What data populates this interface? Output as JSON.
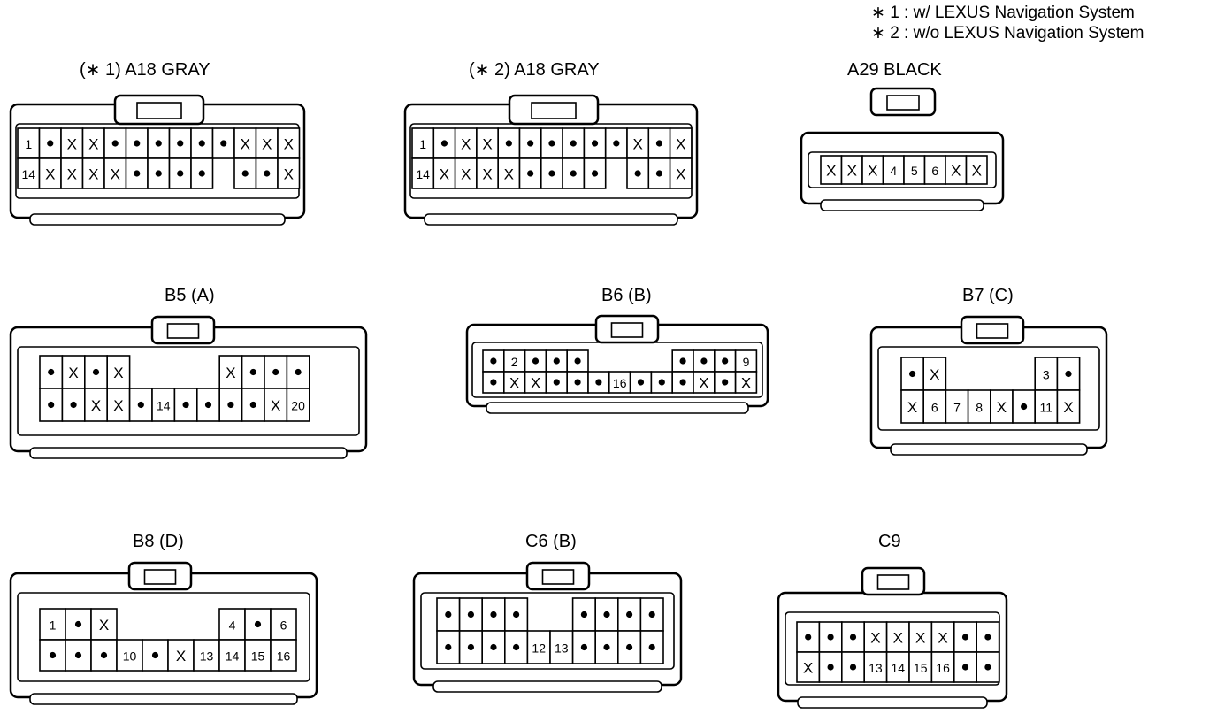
{
  "notes": {
    "n1": "∗ 1 : w/ LEXUS Navigation System",
    "n2": "∗ 2 : w/o LEXUS Navigation System"
  },
  "connectors": [
    {
      "id": "a18-1",
      "label": "(∗ 1)  A18  GRAY",
      "rows": [
        [
          "1",
          "•",
          "X",
          "X",
          "•",
          "•",
          "•",
          "•",
          "•",
          "•",
          "X",
          "X",
          "X"
        ],
        [
          "14",
          "X",
          "X",
          "X",
          "X",
          "•",
          "•",
          "•",
          "•",
          "",
          "•",
          "•",
          "X"
        ]
      ]
    },
    {
      "id": "a18-2",
      "label": "(∗ 2)  A18  GRAY",
      "rows": [
        [
          "1",
          "•",
          "X",
          "X",
          "•",
          "•",
          "•",
          "•",
          "•",
          "•",
          "X",
          "•",
          "X"
        ],
        [
          "14",
          "X",
          "X",
          "X",
          "X",
          "•",
          "•",
          "•",
          "•",
          "",
          "•",
          "•",
          "X"
        ]
      ]
    },
    {
      "id": "a29",
      "label": "A29  BLACK",
      "rows": [
        [
          "X",
          "X",
          "X",
          "4",
          "5",
          "6",
          "X",
          "X"
        ]
      ]
    },
    {
      "id": "b5",
      "label": "B5 (A)",
      "rows": [
        [
          "•",
          "X",
          "•",
          "X",
          "",
          "",
          "",
          "",
          "X",
          "•",
          "•",
          "•"
        ],
        [
          "•",
          "•",
          "X",
          "X",
          "•",
          "14",
          "•",
          "•",
          "•",
          "•",
          "X",
          "20"
        ]
      ]
    },
    {
      "id": "b6",
      "label": "B6 (B)",
      "rows": [
        [
          "•",
          "2",
          "•",
          "•",
          "•",
          "",
          "",
          "",
          "",
          "•",
          "•",
          "•",
          "9"
        ],
        [
          "•",
          "X",
          "X",
          "•",
          "•",
          "•",
          "16",
          "•",
          "•",
          "•",
          "X",
          "•",
          "X"
        ]
      ]
    },
    {
      "id": "b7",
      "label": "B7 (C)",
      "rows": [
        [
          "•",
          "X",
          "",
          "",
          "",
          "",
          "3",
          "•"
        ],
        [
          "X",
          "6",
          "7",
          "8",
          "X",
          "•",
          "11",
          "X"
        ]
      ]
    },
    {
      "id": "b8",
      "label": "B8 (D)",
      "rows": [
        [
          "1",
          "•",
          "X",
          "",
          "",
          "",
          "",
          "4",
          "•",
          "6"
        ],
        [
          "•",
          "•",
          "•",
          "10",
          "•",
          "X",
          "13",
          "14",
          "15",
          "16"
        ]
      ]
    },
    {
      "id": "c6",
      "label": "C6 (B)",
      "rows": [
        [
          "•",
          "•",
          "•",
          "•",
          "",
          "",
          "•",
          "•",
          "•",
          "•"
        ],
        [
          "•",
          "•",
          "•",
          "•",
          "12",
          "13",
          "•",
          "•",
          "•",
          "•"
        ]
      ]
    },
    {
      "id": "c9",
      "label": "C9",
      "rows": [
        [
          "•",
          "•",
          "•",
          "X",
          "X",
          "X",
          "X",
          "•",
          "•"
        ],
        [
          "X",
          "•",
          "•",
          "13",
          "14",
          "15",
          "16",
          "•",
          "•"
        ]
      ]
    }
  ]
}
